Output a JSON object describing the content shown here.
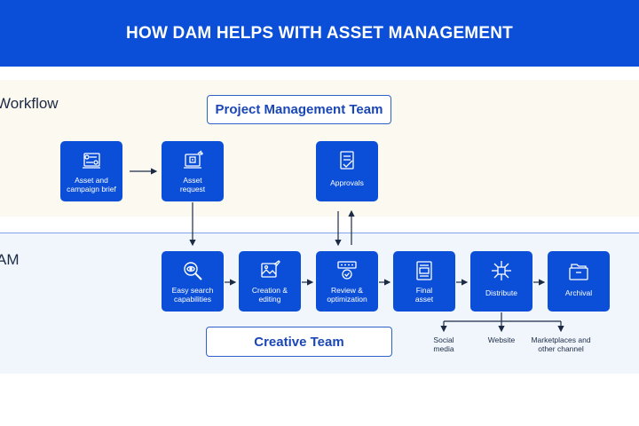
{
  "header": {
    "title": "HOW DAM HELPS WITH ASSET MANAGEMENT"
  },
  "lanes": {
    "workflow": {
      "label": "Workflow"
    },
    "dam": {
      "label": "AM"
    }
  },
  "teams": {
    "project": "Project Management Team",
    "creative": "Creative Team"
  },
  "nodes": {
    "brief": {
      "line1": "Asset and",
      "line2": "campaign brief",
      "icon": "brief-icon"
    },
    "request": {
      "line1": "Asset",
      "line2": "request",
      "icon": "request-icon"
    },
    "approvals": {
      "line1": "Approvals",
      "line2": "",
      "icon": "approvals-icon"
    },
    "search": {
      "line1": "Easy search",
      "line2": "capabilities",
      "icon": "search-icon"
    },
    "creation": {
      "line1": "Creation &",
      "line2": "editing",
      "icon": "image-edit-icon"
    },
    "review": {
      "line1": "Review &",
      "line2": "optimization",
      "icon": "review-icon"
    },
    "final": {
      "line1": "Final",
      "line2": "asset",
      "icon": "document-icon"
    },
    "distribute": {
      "line1": "Distribute",
      "line2": "",
      "icon": "distribute-icon"
    },
    "archival": {
      "line1": "Archival",
      "line2": "",
      "icon": "archive-icon"
    }
  },
  "outlets": {
    "social": {
      "line1": "Social",
      "line2": "media"
    },
    "website": {
      "line1": "Website",
      "line2": ""
    },
    "marketplaces": {
      "line1": "Marketplaces and",
      "line2": "other channel"
    }
  },
  "colors": {
    "brand": "#0b4fd8",
    "workflow_band": "#fcf9f1",
    "dam_band": "#f1f6fd",
    "arrow": "#1c2b45"
  }
}
